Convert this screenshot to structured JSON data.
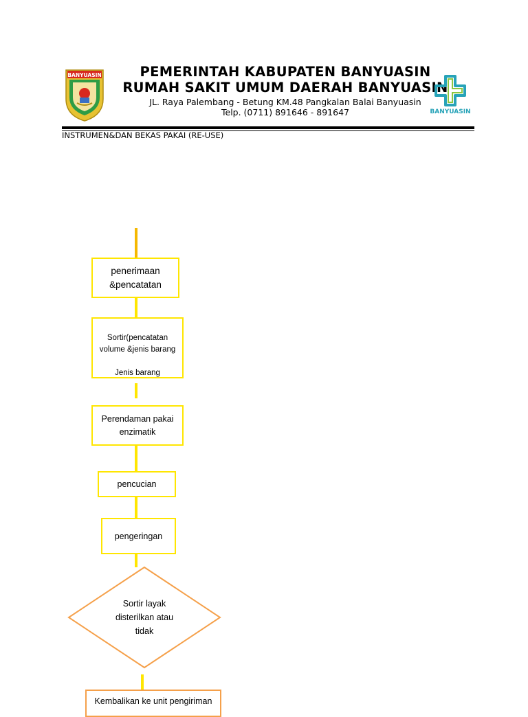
{
  "header": {
    "logo_left_text": "BANYUASIN",
    "logo_right_text": "BANYUASIN",
    "title_line1": "PEMERINTAH KABUPATEN BANYUASIN",
    "title_line2": "RUMAH SAKIT UMUM DAERAH BANYUASIN",
    "address_line1": "JL. Raya Palembang - Betung KM.48 Pangkalan Balai Banyuasin",
    "address_line2": "Telp. (0711) 891646 - 891647"
  },
  "document": {
    "subtitle": "INSTRUMEN&DAN BEKAS PAKAI (RE-USE)"
  },
  "flowchart": {
    "steps": [
      "penerimaan\n&pencatatan",
      "Sortir(pencatatan\nvolume &jenis barang\n\nJenis barang",
      "Perendaman pakai\nenzimatik",
      "pencucian",
      "pengeringan"
    ],
    "decision": "Sortir layak\ndisterilkan atau\ntidak",
    "final_step": "Kembalikan ke unit pengiriman"
  },
  "colors": {
    "connector": "#ffe600",
    "box_border": "#ffe600",
    "decision_border": "#f5a04a",
    "logo_red": "#d8281e",
    "logo_gold": "#e7c232",
    "logo_green": "#2e9c45",
    "hospital_teal": "#27a3b8"
  }
}
